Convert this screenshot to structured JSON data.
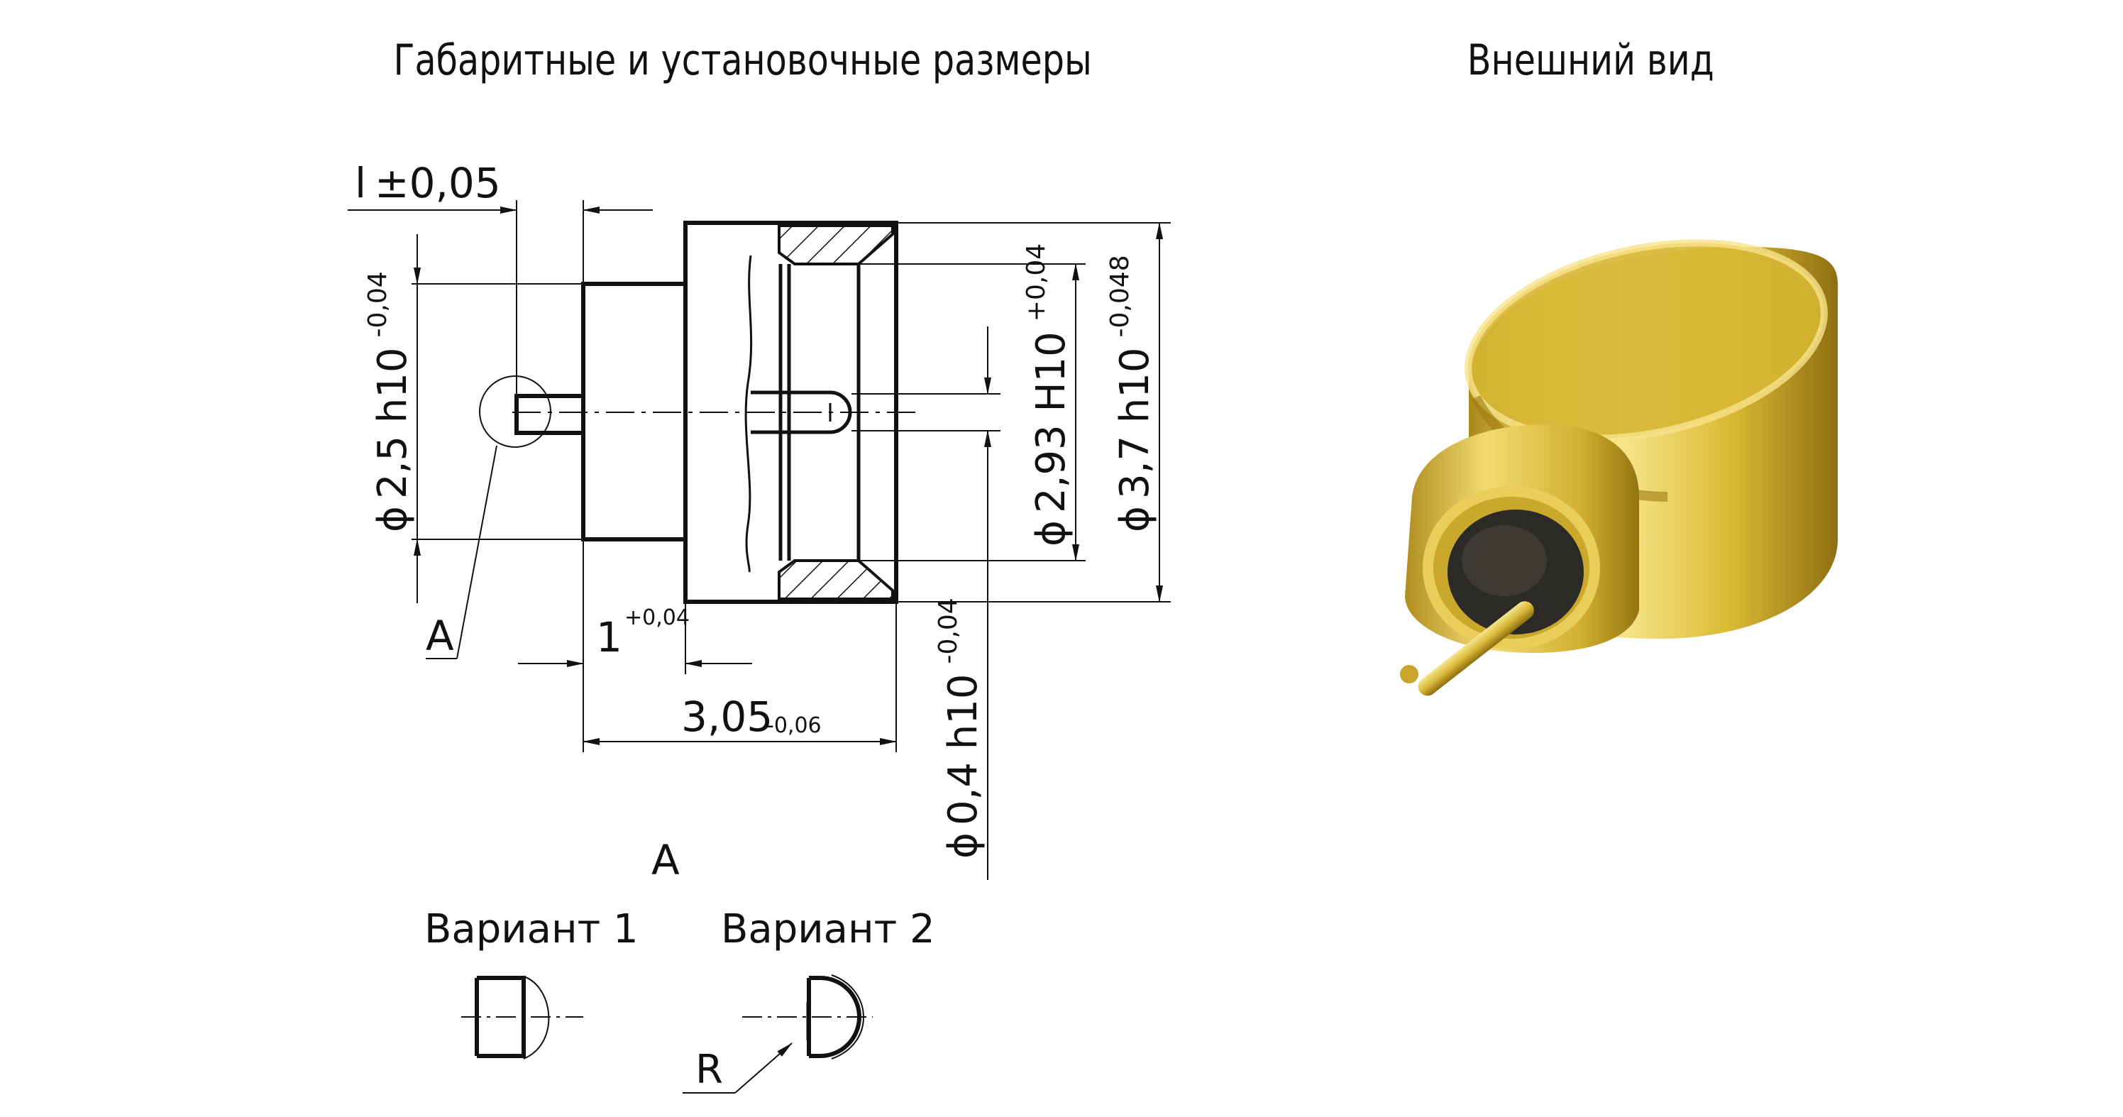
{
  "titles": {
    "drawing": "Габаритные и установочные размеры",
    "appearance": "Внешний вид"
  },
  "dimensions": {
    "pin_length": {
      "name": "l",
      "tol": "±0,05"
    },
    "dia_2_5": {
      "value": "2,5 h10",
      "tol": "-0,04"
    },
    "dia_2_93": {
      "value": "2,93 H10",
      "tol": "+0,04"
    },
    "dia_3_7": {
      "value": "3,7 h10",
      "tol": "-0,048"
    },
    "dia_0_4": {
      "value": "0,4 h10",
      "tol": "-0,04"
    },
    "len_1": {
      "value": "1",
      "tol": "+0,04"
    },
    "len_3_05": {
      "value": "3,05",
      "tol": "-0,06"
    },
    "diameter_symbol": "ϕ"
  },
  "detail": {
    "callout": "A",
    "title": "A",
    "variant1": "Вариант 1",
    "variant2": "Вариант 2",
    "radius_label": "R"
  },
  "colors": {
    "line": "#111111",
    "gold_light": "#f2dc72",
    "gold_mid": "#d9b830",
    "gold_dark": "#9c7a12",
    "insulator": "#2c2a26"
  }
}
